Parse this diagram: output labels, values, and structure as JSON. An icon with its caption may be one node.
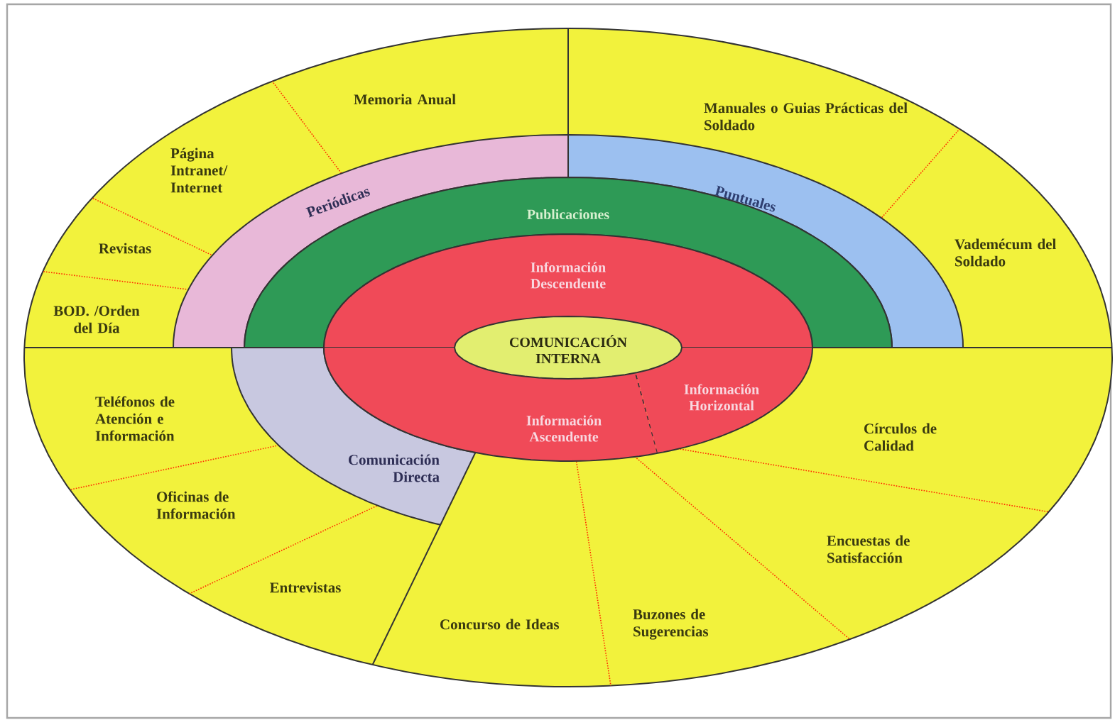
{
  "diagram": {
    "nodes": [
      {
        "text": [
          "Memoria Anual"
        ]
      },
      {
        "text": [
          "Página Intranet/ Internet"
        ]
      },
      {
        "text": [
          "Revistas"
        ]
      },
      {
        "text": [
          "BOD. /Orden del Día"
        ]
      },
      {
        "text": [
          "Manuales o Guias Prácticas del Soldado"
        ]
      },
      {
        "text": [
          "Vademécum del Soldado"
        ]
      },
      {
        "text": [
          "Periódicas"
        ]
      },
      {
        "text": [
          "Puntuales"
        ]
      },
      {
        "text": [
          "Publicaciones"
        ]
      },
      {
        "text": [
          "Información Descendente"
        ]
      },
      {
        "text": [
          "COMUNICACIÓN INTERNA"
        ]
      },
      {
        "text": [
          "Información Ascendente"
        ]
      },
      {
        "text": [
          "Información Horizontal"
        ]
      },
      {
        "text": [
          "Comunicación Directa"
        ]
      },
      {
        "text": [
          "Teléfonos de Atención e Información"
        ]
      },
      {
        "text": [
          "Oficinas de Información"
        ]
      },
      {
        "text": [
          "Entrevistas"
        ]
      },
      {
        "text": [
          "Concurso de Ideas"
        ]
      },
      {
        "text": [
          "Buzones de Sugerencias"
        ]
      },
      {
        "text": [
          "Encuestas de Satisfacción"
        ]
      },
      {
        "text": [
          "Círculos de Calidad"
        ]
      }
    ]
  }
}
